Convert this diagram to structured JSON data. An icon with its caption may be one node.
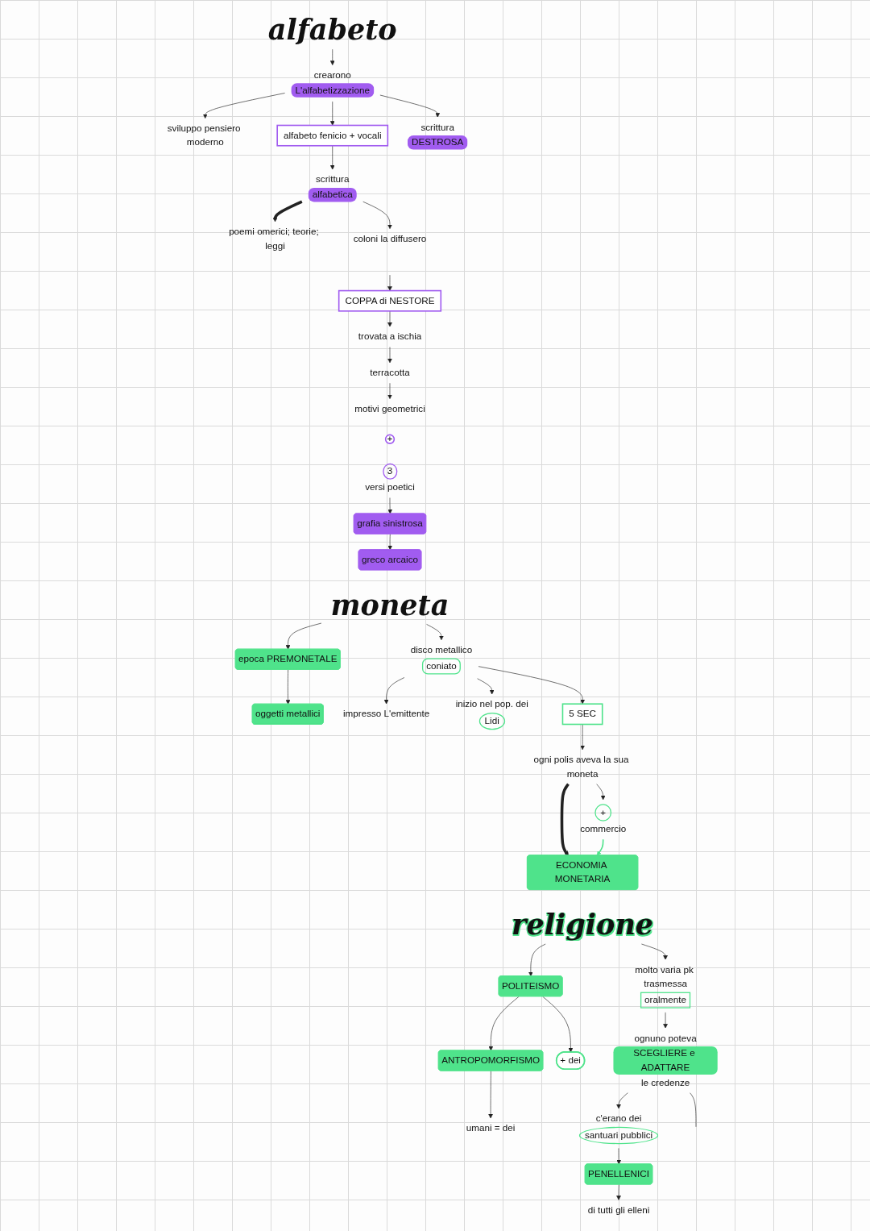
{
  "diagram": {
    "nodes": [
      {
        "text": [
          "alfabeto"
        ]
      },
      {
        "text": [
          "crearono",
          "L'alfabetizzazione"
        ]
      },
      {
        "text": [
          "sviluppo pensiero moderno"
        ]
      },
      {
        "text": [
          "alfabeto fenicio + vocali"
        ]
      },
      {
        "text": [
          "scrittura",
          "DESTROSA"
        ]
      },
      {
        "text": [
          "scrittura",
          "alfabetica"
        ]
      },
      {
        "text": [
          "poemi omerici; teorie; leggi"
        ]
      },
      {
        "text": [
          "coloni la diffusero"
        ]
      },
      {
        "text": [
          "COPPA di NESTORE"
        ]
      },
      {
        "text": [
          "trovata a ischia"
        ]
      },
      {
        "text": [
          "terracotta"
        ]
      },
      {
        "text": [
          "greco arcaico"
        ]
      },
      {
        "text": [
          "motivi geometrici"
        ]
      },
      {
        "text": [
          "+"
        ]
      },
      {
        "text": [
          "3",
          "versi poetici"
        ]
      },
      {
        "text": [
          "grafia sinistrosa"
        ]
      },
      {
        "text": [
          "moneta"
        ]
      },
      {
        "text": [
          "epoca PREMONETALE"
        ]
      },
      {
        "text": [
          "oggetti metallici"
        ]
      },
      {
        "text": [
          "disco metallico",
          "coniato"
        ]
      },
      {
        "text": [
          "impresso L'emittente"
        ]
      },
      {
        "text": [
          "inizio nel pop. dei",
          "Lidi"
        ]
      },
      {
        "text": [
          "5 SEC"
        ]
      },
      {
        "text": [
          "ogni polis aveva la sua moneta"
        ]
      },
      {
        "text": [
          "+",
          "commercio"
        ]
      },
      {
        "text": [
          "ECONOMIA MONETARIA"
        ]
      },
      {
        "text": [
          "religione"
        ]
      },
      {
        "text": [
          "POLITEISMO"
        ]
      },
      {
        "text": [
          "ANTROPOMORFISMO"
        ]
      },
      {
        "text": [
          "+ dei"
        ]
      },
      {
        "text": [
          "umani = dei"
        ]
      },
      {
        "text": [
          "molto varia pk trasmessa",
          "oralmente"
        ]
      },
      {
        "text": [
          "ognuno poteva",
          "SCEGLIERE e ADATTARE",
          "le credenze"
        ]
      },
      {
        "text": [
          "c'erano dei",
          "santuari pubblici"
        ]
      },
      {
        "text": [
          "PENELLENICI"
        ]
      },
      {
        "text": [
          "di tutti gli elleni"
        ]
      }
    ],
    "edges": [
      {
        "from": 0,
        "to": 1,
        "arrow": "to"
      },
      {
        "from": 1,
        "to": 2,
        "arrow": "to"
      },
      {
        "from": 1,
        "to": 3,
        "arrow": "to"
      },
      {
        "from": 1,
        "to": 4,
        "arrow": "to"
      },
      {
        "from": 3,
        "to": 5,
        "arrow": "to"
      },
      {
        "from": 5,
        "to": 6,
        "arrow": "to",
        "style": "thick"
      },
      {
        "from": 5,
        "to": 7,
        "arrow": "to"
      },
      {
        "from": null,
        "to": 8,
        "arrow": "to"
      },
      {
        "from": 8,
        "to": 9,
        "arrow": "to"
      },
      {
        "from": 9,
        "to": 10,
        "arrow": "to"
      },
      {
        "from": 10,
        "to": 12,
        "arrow": "to"
      },
      {
        "from": 14,
        "to": 15,
        "arrow": "to"
      },
      {
        "from": 15,
        "to": 11,
        "arrow": "to"
      },
      {
        "from": 16,
        "to": 17,
        "arrow": "to"
      },
      {
        "from": 17,
        "to": 18,
        "arrow": "to"
      },
      {
        "from": 16,
        "to": 19,
        "arrow": "to"
      },
      {
        "from": 19,
        "to": 20,
        "arrow": "to"
      },
      {
        "from": 19,
        "to": 21,
        "arrow": "to"
      },
      {
        "from": 19,
        "to": 22,
        "arrow": "to"
      },
      {
        "from": 22,
        "to": 23,
        "arrow": "to"
      },
      {
        "from": 23,
        "to": 24,
        "arrow": "to"
      },
      {
        "from": 23,
        "to": 25,
        "arrow": "to",
        "style": "thick"
      },
      {
        "from": 24,
        "to": 25,
        "arrow": "to",
        "color": "#4fe38b"
      },
      {
        "from": 26,
        "to": 27,
        "arrow": "to"
      },
      {
        "from": 27,
        "to": 28,
        "arrow": "to"
      },
      {
        "from": 27,
        "to": 29,
        "arrow": "to"
      },
      {
        "from": 28,
        "to": 30,
        "arrow": "to"
      },
      {
        "from": 26,
        "to": 31,
        "arrow": "to"
      },
      {
        "from": 31,
        "to": 32,
        "arrow": "to"
      },
      {
        "from": 32,
        "to": 33,
        "arrow": "to"
      },
      {
        "from": 33,
        "to": 34,
        "arrow": "to"
      },
      {
        "from": 34,
        "to": 35,
        "arrow": "to"
      },
      {
        "from": 32,
        "to": null,
        "arrow": "none"
      }
    ]
  }
}
